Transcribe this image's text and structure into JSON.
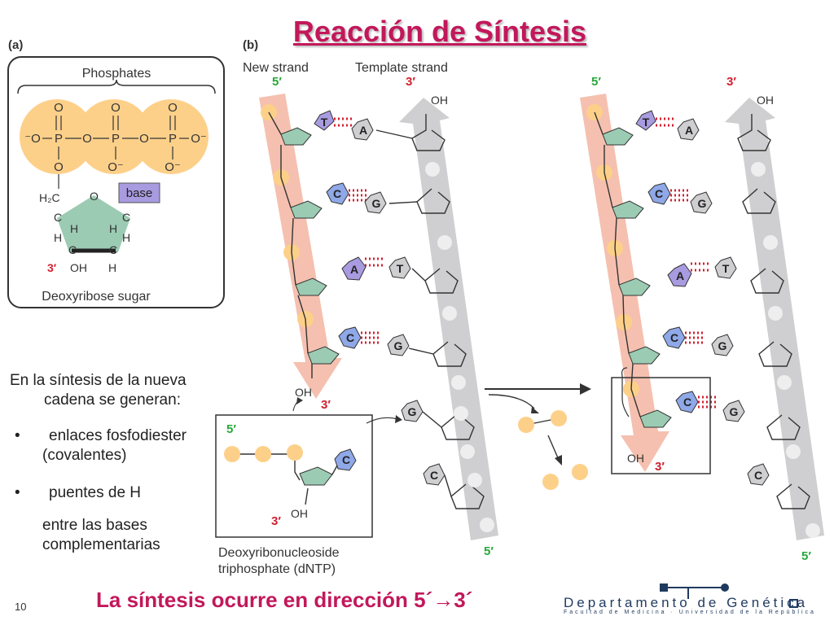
{
  "title": "Reacción de Síntesis",
  "panel_a": {
    "label": "(a)",
    "phosphates_label": "Phosphates",
    "base_label": "base",
    "sugar_label": "Deoxyribose sugar",
    "three_prime": "3′"
  },
  "panel_b": {
    "label": "(b)",
    "new_strand": "New strand",
    "template_strand": "Template strand",
    "five_prime": "5′",
    "three_prime": "3′",
    "oh": "OH",
    "dntp_label_1": "Deoxyribonucleoside",
    "dntp_label_2": "triphosphate (dNTP)",
    "base_pairs_left": [
      {
        "new": "T",
        "template": "A"
      },
      {
        "new": "C",
        "template": "G"
      },
      {
        "new": "A",
        "template": "T"
      },
      {
        "new": "C",
        "template": "G"
      }
    ],
    "incoming_base": "C",
    "template_next": [
      "G",
      "C"
    ]
  },
  "text": {
    "intro_1": "En la síntesis de la nueva",
    "intro_2": "cadena se generan:",
    "bullet_1a": "enlaces fosfodiester",
    "bullet_1b": "(covalentes)",
    "bullet_2": "puentes de H",
    "cont_1": "entre las bases",
    "cont_2": "complementarias"
  },
  "footer": "La síntesis ocurre en dirección 5´→3´",
  "page_number": "10",
  "department": "Departamento de Genética",
  "department_sub": "Facultad de Medicina · Universidad de la República",
  "colors": {
    "title": "#c2185b",
    "phosphate": "#fdd08a",
    "sugar": "#9ccbb4",
    "new_strand_arrow": "#f4b9a6",
    "template_arrow": "#cfcfd1",
    "purple_base": "#a99be0",
    "blue_base": "#8fa8e8",
    "grey_base": "#cfcfd1",
    "hbond": "#d11f2f",
    "prime_green": "#27a83a",
    "prime_red": "#d11f2f"
  }
}
